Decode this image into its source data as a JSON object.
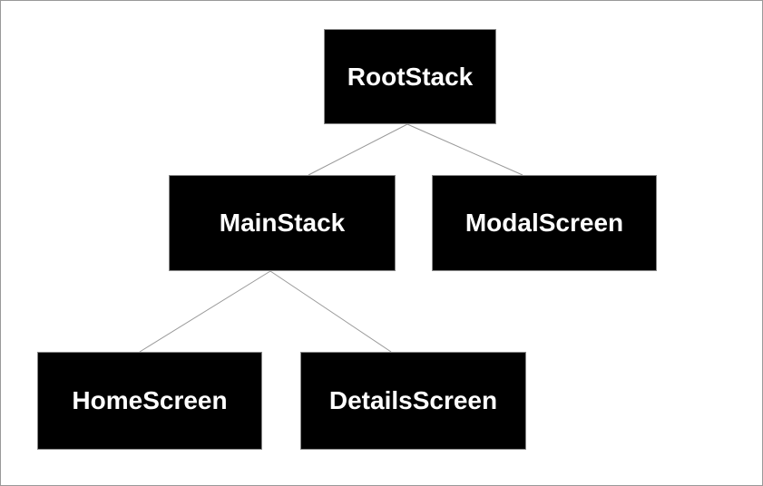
{
  "diagram": {
    "type": "tree",
    "title": "navigation-stack-tree",
    "nodes": [
      {
        "id": "rootstack",
        "label": "RootStack"
      },
      {
        "id": "mainstack",
        "label": "MainStack"
      },
      {
        "id": "modalscreen",
        "label": "ModalScreen"
      },
      {
        "id": "homescreen",
        "label": "HomeScreen"
      },
      {
        "id": "detailsscreen",
        "label": "DetailsScreen"
      }
    ],
    "edges": [
      {
        "from": "RootStack",
        "to": "MainStack"
      },
      {
        "from": "RootStack",
        "to": "ModalScreen"
      },
      {
        "from": "MainStack",
        "to": "HomeScreen"
      },
      {
        "from": "MainStack",
        "to": "DetailsScreen"
      }
    ],
    "colors": {
      "node_fill": "#000000",
      "node_border": "#888888",
      "node_text": "#ffffff",
      "edge": "#999999",
      "background": "#ffffff",
      "canvas_border": "#999999"
    }
  }
}
